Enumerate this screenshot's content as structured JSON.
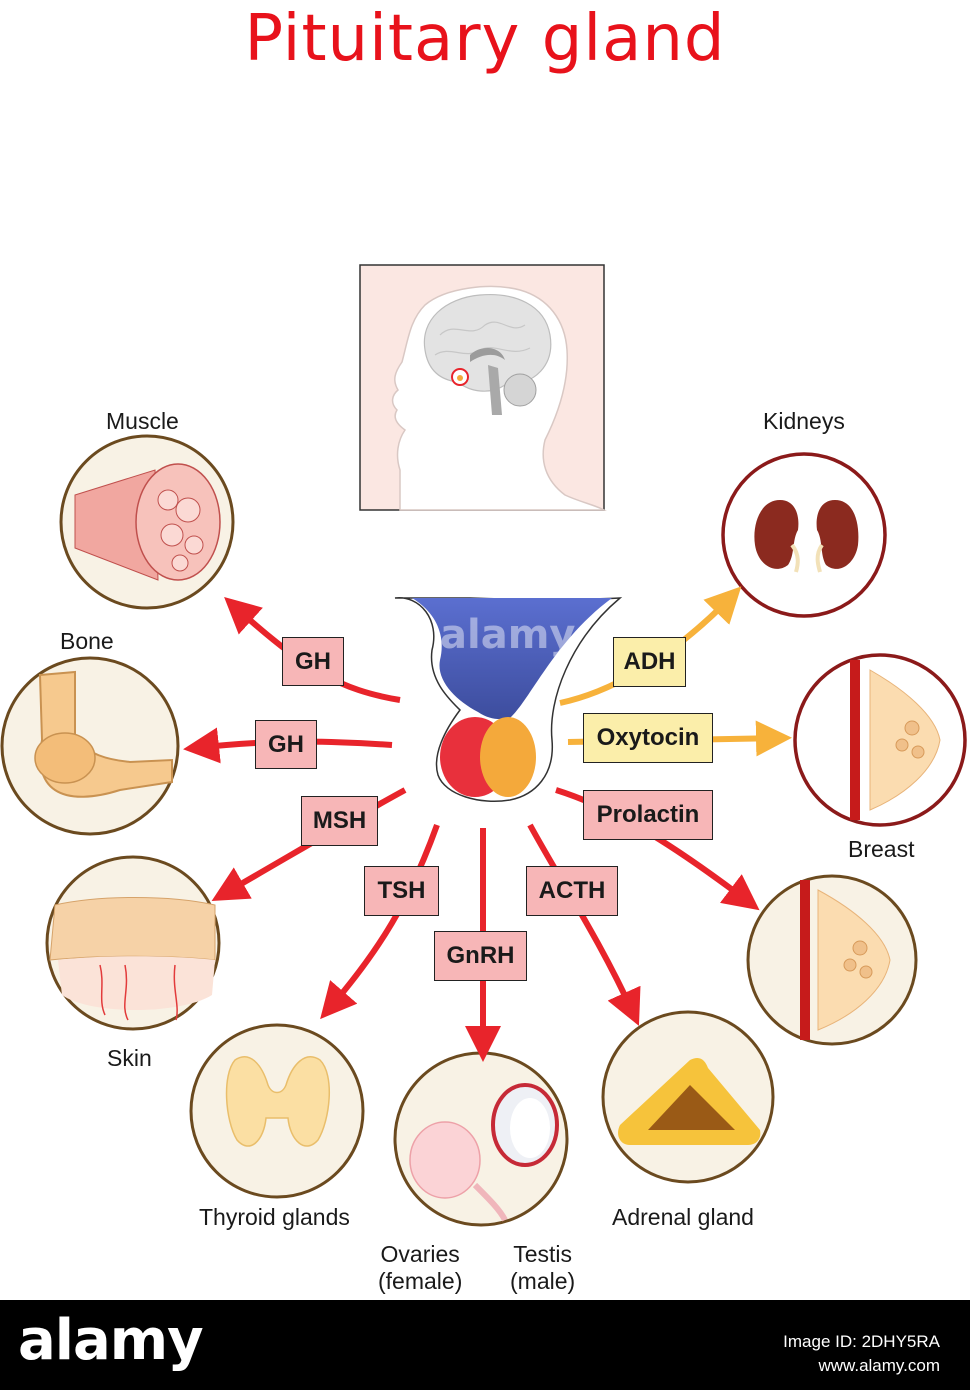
{
  "title": "Pituitary gland",
  "colors": {
    "title": "#e8121b",
    "arrow_red": "#e8242b",
    "arrow_yellow": "#f7b23b",
    "box_red": "#f7b6b7",
    "box_yellow": "#fbeeaa",
    "circle_border": "#6b4a1f"
  },
  "organs": {
    "muscle": "Muscle",
    "bone": "Bone",
    "skin": "Skin",
    "thyroid": "Thyroid glands",
    "ovaries": "Ovaries\n(female)",
    "testis": "Testis\n(male)",
    "adrenal": "Adrenal gland",
    "breast": "Breast",
    "kidneys": "Kidneys"
  },
  "hormones": {
    "gh_muscle": "GH",
    "gh_bone": "GH",
    "msh": "MSH",
    "tsh": "TSH",
    "gnrh": "GnRH",
    "acth": "ACTH",
    "prolactin": "Prolactin",
    "oxytocin": "Oxytocin",
    "adh": "ADH"
  },
  "watermark": "alamy",
  "footer": {
    "logo": "alamy",
    "image_id": "Image ID: 2DHY5RA",
    "site": "www.alamy.com"
  }
}
